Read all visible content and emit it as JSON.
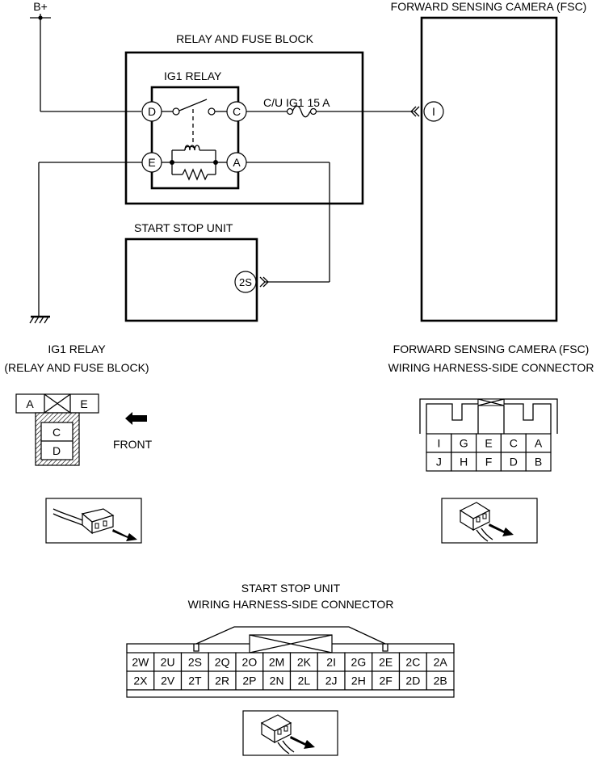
{
  "labels": {
    "b_plus": "B+",
    "fsc_title": "FORWARD SENSING CAMERA (FSC)",
    "relay_fuse_block": "RELAY AND FUSE BLOCK",
    "ig1_relay": "IG1 RELAY",
    "fuse": "C/U IG1 15 A",
    "start_stop_unit": "START STOP UNIT"
  },
  "terminals": {
    "d": "D",
    "c": "C",
    "e": "E",
    "a": "A",
    "i": "I",
    "s2": "2S"
  },
  "ig1_connector": {
    "title_line1": "IG1 RELAY",
    "title_line2": "(RELAY AND FUSE BLOCK)",
    "pins": [
      "A",
      "E",
      "C",
      "D"
    ],
    "front_label": "FRONT"
  },
  "fsc_connector": {
    "title_line1": "FORWARD SENSING CAMERA (FSC)",
    "title_line2": "WIRING HARNESS-SIDE CONNECTOR",
    "row1": [
      "I",
      "G",
      "E",
      "C",
      "A"
    ],
    "row2": [
      "J",
      "H",
      "F",
      "D",
      "B"
    ]
  },
  "ssu_connector": {
    "title_line1": "START STOP UNIT",
    "title_line2": "WIRING HARNESS-SIDE CONNECTOR",
    "row1": [
      "2W",
      "2U",
      "2S",
      "2Q",
      "2O",
      "2M",
      "2K",
      "2I",
      "2G",
      "2E",
      "2C",
      "2A"
    ],
    "row2": [
      "2X",
      "2V",
      "2T",
      "2R",
      "2P",
      "2N",
      "2L",
      "2J",
      "2H",
      "2F",
      "2D",
      "2B"
    ]
  }
}
